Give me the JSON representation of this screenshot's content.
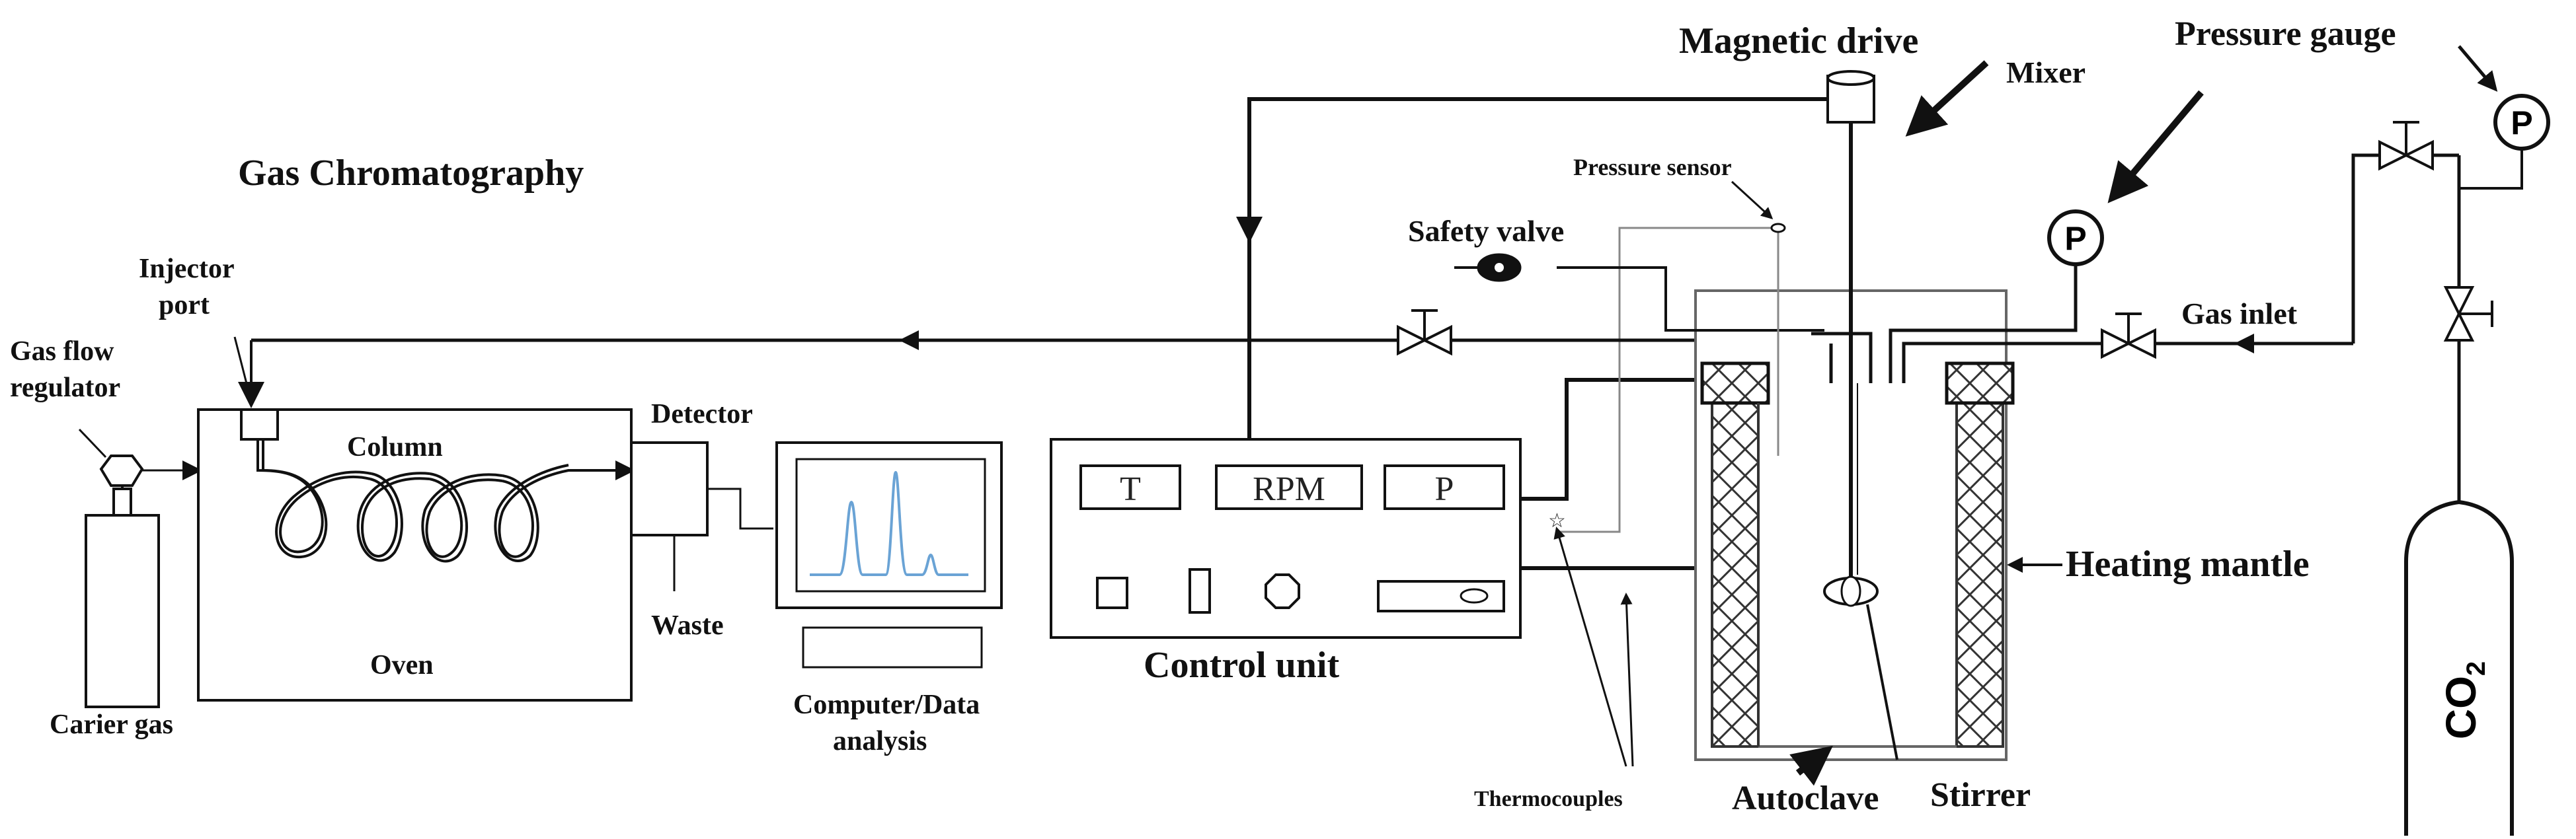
{
  "labels": {
    "gas_chromatography": "Gas Chromatography",
    "injector_port_line1": "Injector",
    "injector_port_line2": "port",
    "gas_flow_regulator_line1": "Gas flow",
    "gas_flow_regulator_line2": "regulator",
    "column": "Column",
    "oven": "Oven",
    "detector": "Detector",
    "waste": "Waste",
    "carrier_gas": "Carier gas",
    "computer_line1": "Computer/Data",
    "computer_line2": "analysis",
    "control_unit": "Control unit",
    "magnetic_drive": "Magnetic drive",
    "mixer": "Mixer",
    "pressure_sensor": "Pressure sensor",
    "safety_valve": "Safety valve",
    "pressure_gauge": "Pressure gauge",
    "gas_inlet": "Gas inlet",
    "heating_mantle": "Heating mantle",
    "thermocouples": "Thermocouples",
    "autoclave": "Autoclave",
    "stirrer": "Stirrer",
    "co2_main": "CO",
    "co2_sub": "2"
  },
  "control_panel": {
    "display_t": "T",
    "display_rpm": "RPM",
    "display_p": "P"
  },
  "gauges": {
    "gauge_left_symbol": "P",
    "gauge_right_symbol": "P"
  },
  "colors": {
    "line": "#111111",
    "chromatogram_peak": "#6aa3d5",
    "panel_text": "#333333"
  }
}
